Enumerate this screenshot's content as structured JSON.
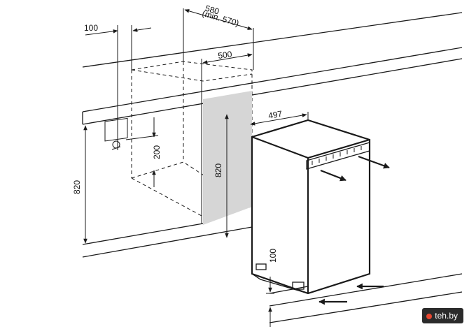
{
  "dimensions": {
    "top_width": "580",
    "top_width_min": "(min. 570)",
    "left_offset": "100",
    "niche_depth": "500",
    "appliance_depth": "497",
    "niche_height": "820",
    "socket_height": "200",
    "appliance_height": "820",
    "plinth_height": "100"
  },
  "watermark": {
    "text": "teh.by"
  },
  "colors": {
    "line": "#1a1a1a",
    "shade": "#d6d6d6",
    "badge": "#2b2b2b",
    "badge_dot": "#e8462f"
  }
}
